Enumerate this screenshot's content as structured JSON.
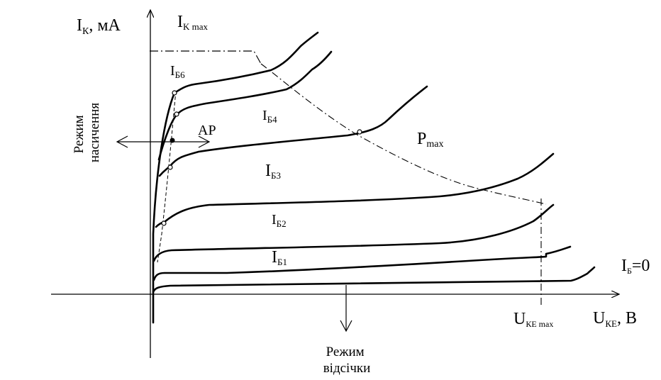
{
  "axes": {
    "y_label": {
      "main": "I",
      "sub": "К",
      "rest": ", мА"
    },
    "x_label": {
      "main": "U",
      "sub": "КЕ",
      "rest": ", В"
    }
  },
  "markers": {
    "ik_max": {
      "main": "I",
      "sub": "K max"
    },
    "uke_max": {
      "main": "U",
      "sub": "КЕ max"
    },
    "pmax": {
      "main": "P",
      "sub": "max"
    },
    "ap": "AP"
  },
  "curves": [
    {
      "main": "I",
      "sub": "Б6"
    },
    {
      "main": "I",
      "sub": "Б4"
    },
    {
      "main": "I",
      "sub": "Б3"
    },
    {
      "main": "I",
      "sub": "Б2"
    },
    {
      "main": "I",
      "sub": "Б1"
    },
    {
      "main": "I",
      "sub": "Б",
      "rest": "=0"
    }
  ],
  "regions": {
    "saturation": [
      "Режим",
      "насичення"
    ],
    "cutoff": [
      "Режим",
      "відсічки"
    ]
  }
}
